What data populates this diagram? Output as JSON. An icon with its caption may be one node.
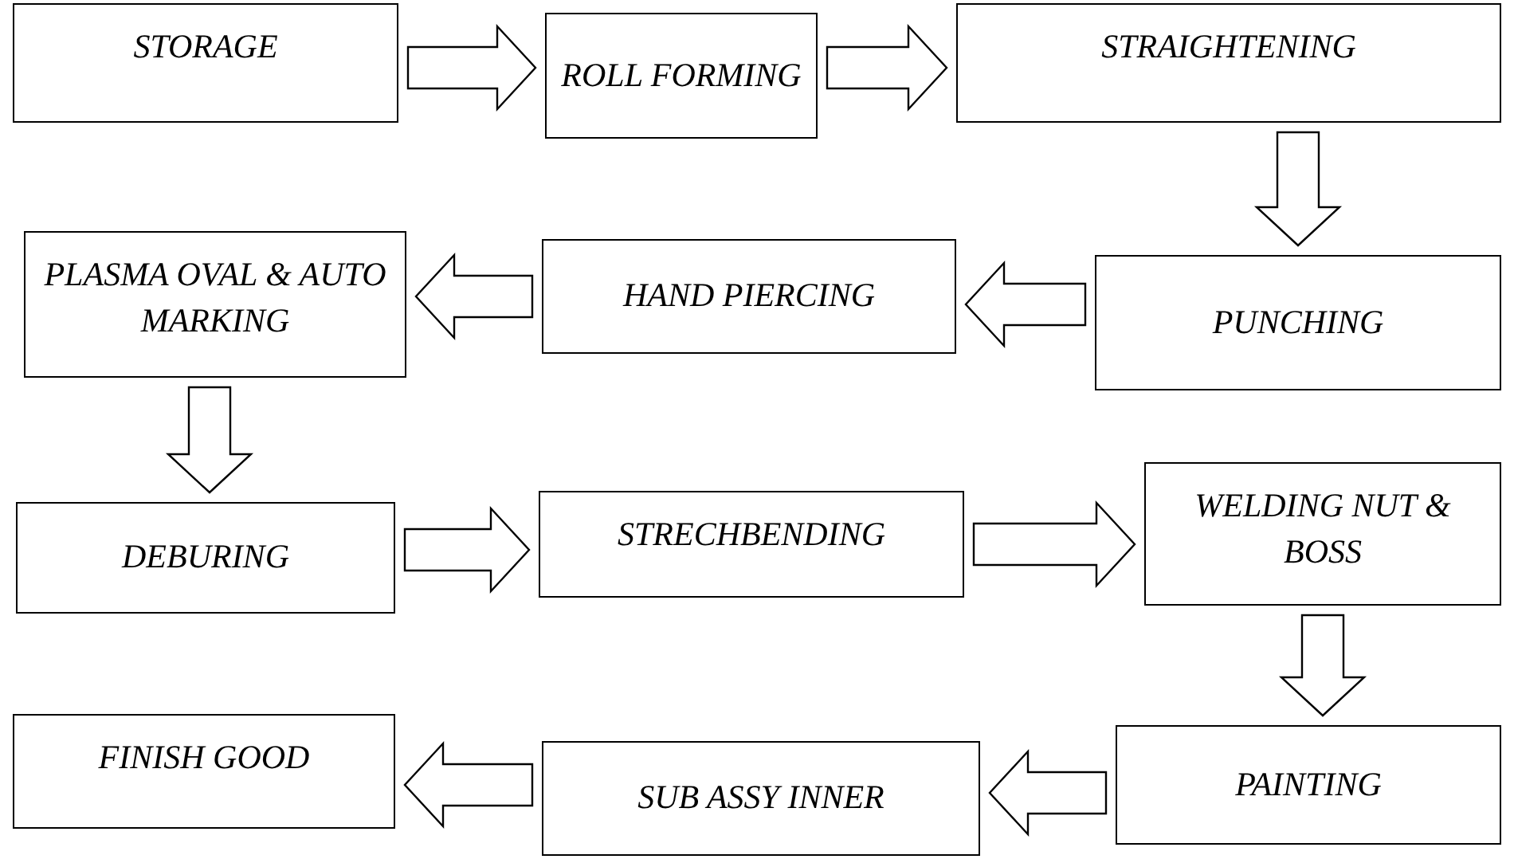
{
  "diagram": {
    "nodes": [
      {
        "text": [
          "STORAGE"
        ]
      },
      {
        "text": [
          "ROLL FORMING"
        ]
      },
      {
        "text": [
          "STRAIGHTENING"
        ]
      },
      {
        "text": [
          "PUNCHING"
        ]
      },
      {
        "text": [
          "HAND PIERCING"
        ]
      },
      {
        "text": [
          "PLASMA OVAL & AUTO MARKING"
        ]
      },
      {
        "text": [
          "DEBURING"
        ]
      },
      {
        "text": [
          "STRECHBENDING"
        ]
      },
      {
        "text": [
          "WELDING NUT & BOSS"
        ]
      },
      {
        "text": [
          "PAINTING"
        ]
      },
      {
        "text": [
          "SUB ASSY INNER"
        ]
      },
      {
        "text": [
          "FINISH GOOD"
        ]
      }
    ],
    "edges": [
      {
        "from": 0,
        "to": 1,
        "arrow": "to"
      },
      {
        "from": 1,
        "to": 2,
        "arrow": "to"
      },
      {
        "from": 2,
        "to": 3,
        "arrow": "to"
      },
      {
        "from": 3,
        "to": 4,
        "arrow": "to"
      },
      {
        "from": 4,
        "to": 5,
        "arrow": "to"
      },
      {
        "from": 5,
        "to": 6,
        "arrow": "to"
      },
      {
        "from": 6,
        "to": 7,
        "arrow": "to"
      },
      {
        "from": 7,
        "to": 8,
        "arrow": "to"
      },
      {
        "from": 8,
        "to": 9,
        "arrow": "to"
      },
      {
        "from": 9,
        "to": 10,
        "arrow": "to"
      },
      {
        "from": 10,
        "to": 11,
        "arrow": "to"
      }
    ]
  }
}
